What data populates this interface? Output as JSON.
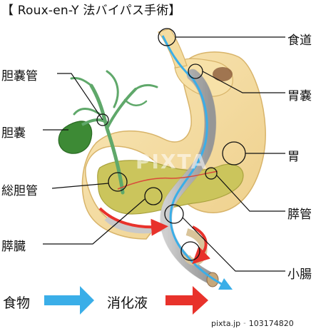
{
  "title": "【 Roux-en-Y 法バイパス手術】",
  "labels": {
    "esophagus": "食道",
    "bile_duct": "胆嚢管",
    "gallbladder": "胆嚢",
    "stomach_pouch": "胃嚢",
    "stomach": "胃",
    "common_bile_duct": "総胆管",
    "pancreatic_duct": "膵管",
    "pancreas": "膵臓",
    "small_intestine": "小腸"
  },
  "legend": {
    "food": "食物",
    "digestive_juice": "消化液",
    "food_color": "#3aaee8",
    "digestive_color": "#e8322b"
  },
  "watermark": "PIXTA",
  "footer": {
    "brand": "pixta.jp",
    "sep": "-",
    "id": "103174820"
  },
  "colors": {
    "stomach": "#f4dca0",
    "pancreas": "#c9c45a",
    "bile": "#5fa86a",
    "gallbladder": "#3d8a35",
    "intestine": "#c9c9c9"
  }
}
